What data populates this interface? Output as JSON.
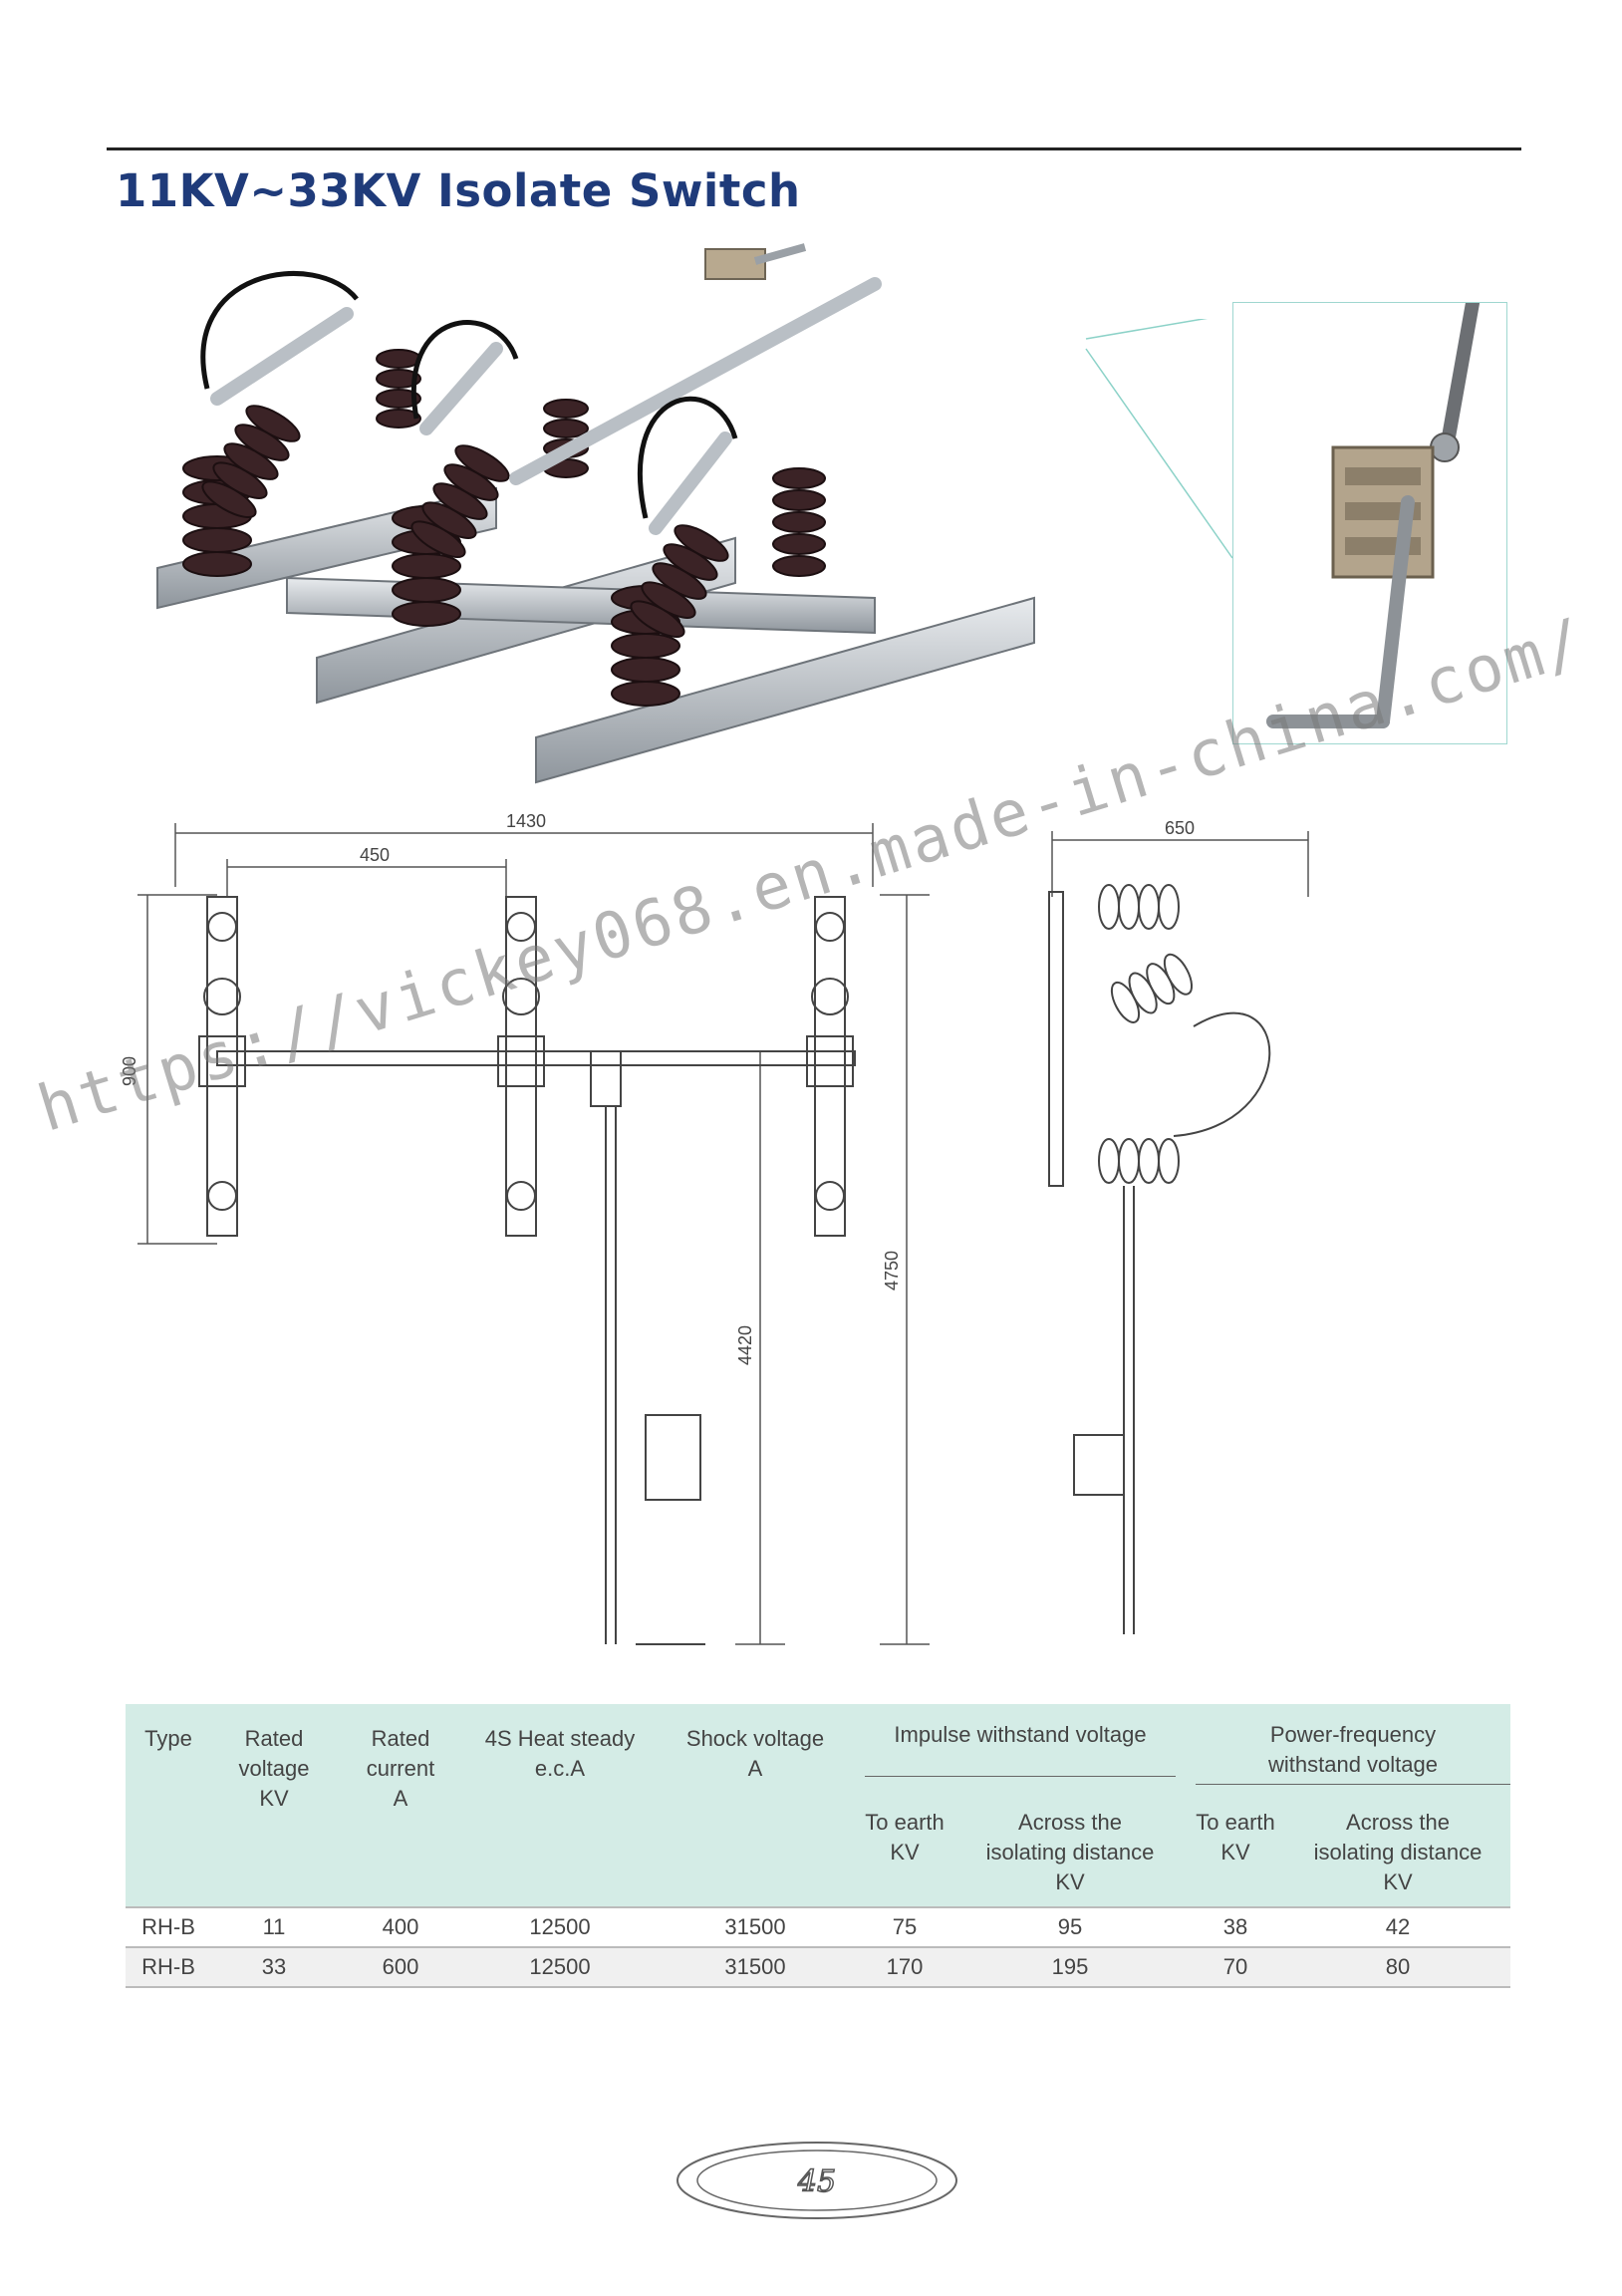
{
  "page": {
    "title": "11KV~33KV Isolate Switch",
    "watermark": "https://vickey068.en.made-in-china.com/",
    "page_number": "45"
  },
  "drawing": {
    "dims": {
      "overall_width": "1430",
      "pole_spacing": "450",
      "height_900": "900",
      "rod_4420": "4420",
      "total_4750": "4750",
      "side_650": "650"
    }
  },
  "table": {
    "headers": {
      "type": "Type",
      "rated_voltage": [
        "Rated",
        "voltage",
        "KV"
      ],
      "rated_current": [
        "Rated",
        "current",
        "A"
      ],
      "heat_steady": [
        "4S Heat steady",
        "e.c.A"
      ],
      "shock_voltage": [
        "Shock voltage",
        "A"
      ],
      "impulse": "Impulse withstand voltage",
      "power_freq": [
        "Power-frequency",
        "withstand voltage"
      ],
      "to_earth_1": [
        "To earth",
        "KV"
      ],
      "across_1": [
        "Across the",
        "isolating distance",
        "KV"
      ],
      "to_earth_2": [
        "To earth",
        "KV"
      ],
      "across_2": [
        "Across the",
        "isolating distance",
        "KV"
      ]
    },
    "rows": [
      [
        "RH-B",
        "11",
        "400",
        "12500",
        "31500",
        "75",
        "95",
        "38",
        "42"
      ],
      [
        "RH-B",
        "33",
        "600",
        "12500",
        "31500",
        "170",
        "195",
        "70",
        "80"
      ]
    ]
  }
}
